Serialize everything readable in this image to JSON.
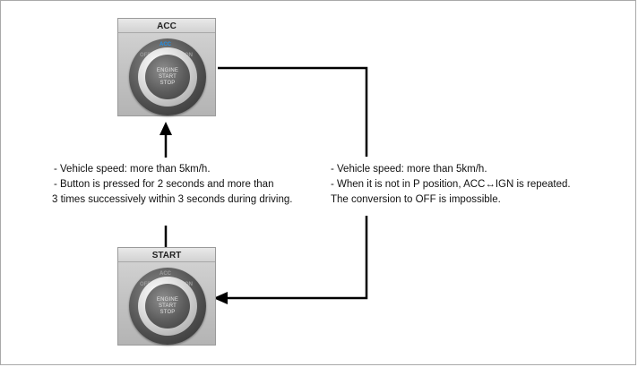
{
  "acc_panel": {
    "title": "ACC",
    "positions": {
      "left": "OFF",
      "center": "ACC",
      "right": "ON",
      "active": "center"
    },
    "button_lines": [
      "ENGINE",
      "START",
      "STOP"
    ]
  },
  "start_panel": {
    "title": "START",
    "positions": {
      "left": "OFF",
      "center": "ACC",
      "right": "ON",
      "active": "none"
    },
    "button_lines": [
      "ENGINE",
      "START",
      "STOP"
    ]
  },
  "notes": {
    "left": [
      "- Vehicle speed: more than  5km/h.",
      "- Button is pressed for 2 seconds and more than",
      "3 times successively within 3 seconds during driving."
    ],
    "right": [
      "- Vehicle speed: more than  5km/h.",
      "- When it is not in P position,  ACC↔IGN is repeated.",
      "The conversion to OFF is impossible."
    ]
  },
  "colors": {
    "line": "#000000",
    "active_position": "#1f8fe8"
  }
}
